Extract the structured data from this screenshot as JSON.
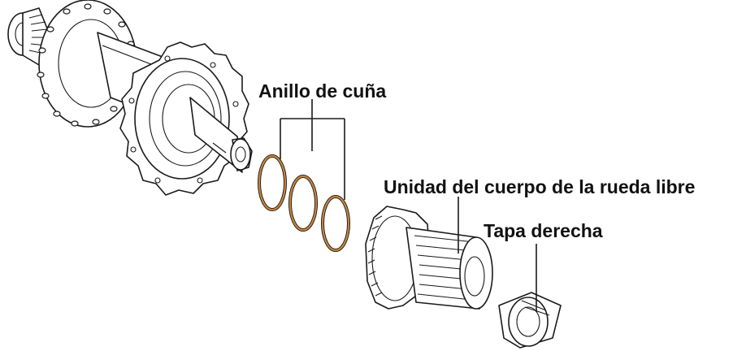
{
  "labels": {
    "wedge_ring": "Anillo de cuña",
    "freewheel_body": "Unidad del cuerpo de la rueda libre",
    "right_cap": "Tapa derecha"
  },
  "colors": {
    "ring": "#c8843c",
    "line": "#1a1a1a",
    "text": "#111111"
  }
}
